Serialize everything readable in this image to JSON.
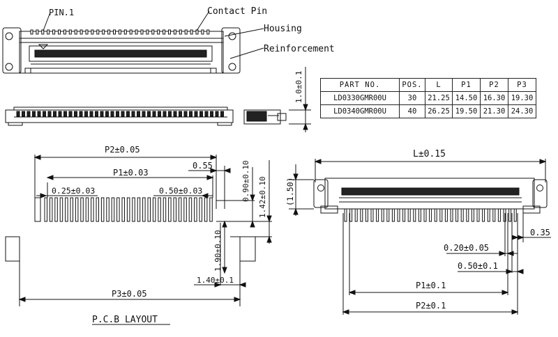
{
  "labels": {
    "pin1": "PIN.1",
    "contact_pin": "Contact Pin",
    "housing": "Housing",
    "reinforcement": "Reinforcement",
    "pcb_layout": "P.C.B LAYOUT"
  },
  "dimensions": {
    "thickness": "1.0±0.1",
    "p2_pcb": "P2±0.05",
    "p1_pcb": "P1±0.03",
    "d055": "0.55",
    "pad_width": "0.25±0.03",
    "pitch": "0.50±0.03",
    "pad_len": "0.90±0.10",
    "d142": "1.42±0.10",
    "d190": "1.90±0.10",
    "d140": "1.40±0.1",
    "p3": "P3±0.05",
    "l": "L±0.15",
    "d150": "(1.50)",
    "d035": "0.35",
    "d020": "0.20±0.05",
    "d050": "0.50±0.1",
    "p1": "P1±0.1",
    "p2": "P2±0.1"
  },
  "table": {
    "headers": [
      "PART NO.",
      "POS.",
      "L",
      "P1",
      "P2",
      "P3"
    ],
    "rows": [
      [
        "LD0330GMR00U",
        "30",
        "21.25",
        "14.50",
        "16.30",
        "19.30"
      ],
      [
        "LD0340GMR00U",
        "40",
        "26.25",
        "19.50",
        "21.30",
        "24.30"
      ]
    ]
  }
}
